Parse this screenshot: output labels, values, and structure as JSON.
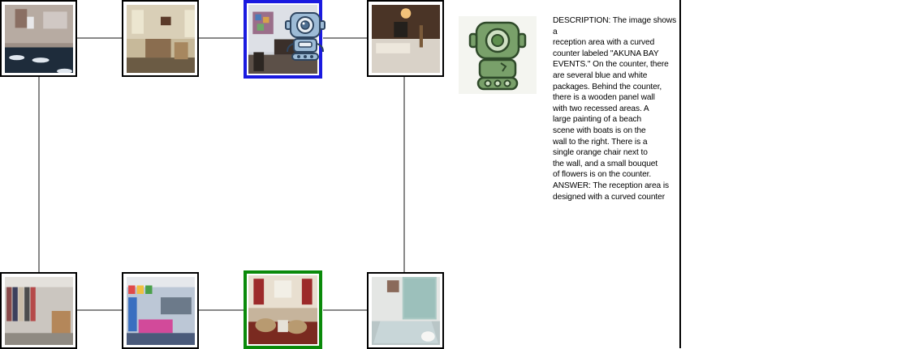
{
  "graph": {
    "nodes": [
      {
        "id": "bathroom",
        "scene": "bathroom counter with sinks",
        "highlight": "none"
      },
      {
        "id": "living-room",
        "scene": "living room with sofa",
        "highlight": "none"
      },
      {
        "id": "office",
        "scene": "office room with desk",
        "highlight": "blue",
        "has_agent": true
      },
      {
        "id": "bedroom",
        "scene": "bedroom with bed",
        "highlight": "none"
      },
      {
        "id": "closet",
        "scene": "closet with clothes",
        "highlight": "none"
      },
      {
        "id": "classroom",
        "scene": "classroom with posters",
        "highlight": "none"
      },
      {
        "id": "sitting-room",
        "scene": "sitting room with chairs",
        "highlight": "green"
      },
      {
        "id": "shower",
        "scene": "bathroom with glass shower",
        "highlight": "none"
      }
    ],
    "edges": [
      [
        "bathroom",
        "living-room"
      ],
      [
        "living-room",
        "office"
      ],
      [
        "office",
        "bedroom"
      ],
      [
        "bathroom",
        "closet"
      ],
      [
        "bedroom",
        "shower"
      ],
      [
        "closet",
        "classroom"
      ],
      [
        "classroom",
        "sitting-room"
      ],
      [
        "sitting-room",
        "shower"
      ]
    ],
    "colors": {
      "current": "#1a1ae0",
      "target": "#0a8a0a",
      "edge": "#888888",
      "robot_blue": "#7fa7cc",
      "robot_green": "#5f8f4e"
    }
  },
  "description": {
    "text": "DESCRIPTION: The image shows a\nreception area with a curved\ncounter labeled \"AKUNA BAY\nEVENTS.\" On the counter, there\nare several blue and white\npackages. Behind the counter,\nthere is a wooden panel wall\nwith two recessed areas. A\nlarge painting of a beach\nscene with boats is on the\nwall to the right. There is a\nsingle orange chair next to\nthe wall, and a small bouquet\nof flowers is on the counter.\nANSWER: The reception area is\ndesigned with a curved counter"
  },
  "icons": {
    "agent": "robot-agent-icon",
    "responder": "robot-responder-icon"
  }
}
